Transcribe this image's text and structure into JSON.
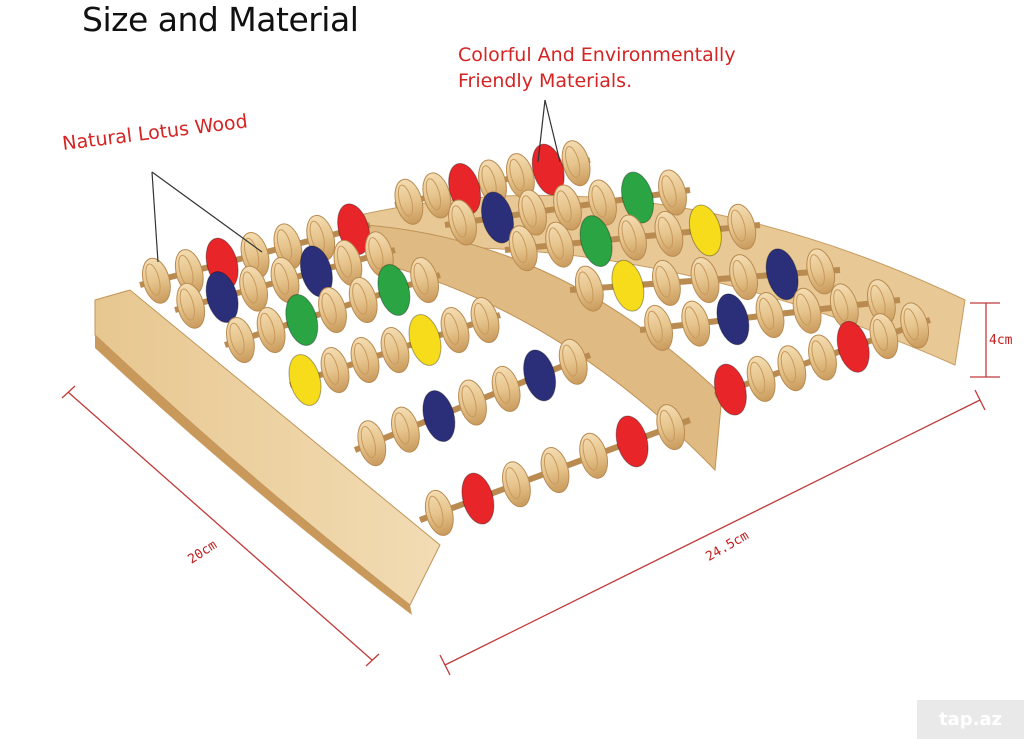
{
  "title": "Size and Material",
  "callouts": {
    "wood": "Natural Lotus Wood",
    "materials_line1": "Colorful And Environmentally",
    "materials_line2": "Friendly Materials."
  },
  "dimensions": {
    "width": "20cm",
    "length": "24.5cm",
    "height": "4cm"
  },
  "watermark": "tap.az",
  "colors": {
    "wood_light": "#f0d7a8",
    "wood_mid": "#e1ba7e",
    "wood_dark": "#b98b51",
    "callout_red": "#d42424",
    "bead_red": "#e8262a",
    "bead_navy": "#2b2f7a",
    "bead_green": "#2ba544",
    "bead_yellow": "#f7dc1c"
  }
}
